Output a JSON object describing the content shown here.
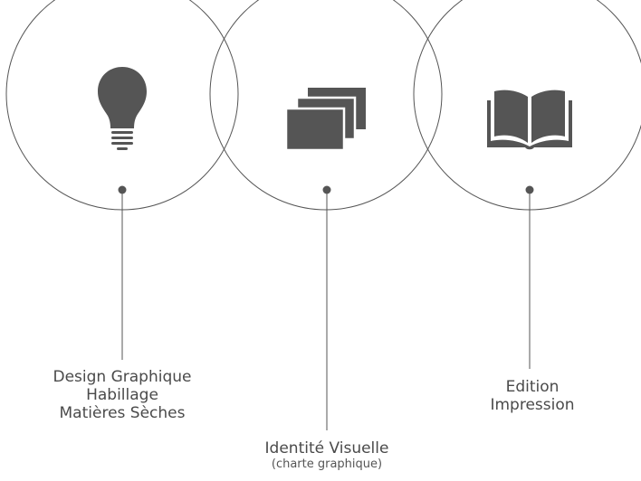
{
  "diagram": {
    "colors": {
      "stroke": "#555555",
      "icon": "#555555",
      "text": "#4a4a4a",
      "background": "#ffffff"
    },
    "nodes": [
      {
        "id": "design",
        "icon": "lightbulb-icon",
        "lines": [
          "Design Graphique",
          "Habillage",
          "Matières Sèches"
        ]
      },
      {
        "id": "identite",
        "icon": "stacked-cards-icon",
        "lines": [
          "Identité Visuelle"
        ],
        "sub": "(charte graphique)"
      },
      {
        "id": "edition",
        "icon": "open-book-icon",
        "lines": [
          "Edition",
          "Impression"
        ]
      }
    ]
  }
}
